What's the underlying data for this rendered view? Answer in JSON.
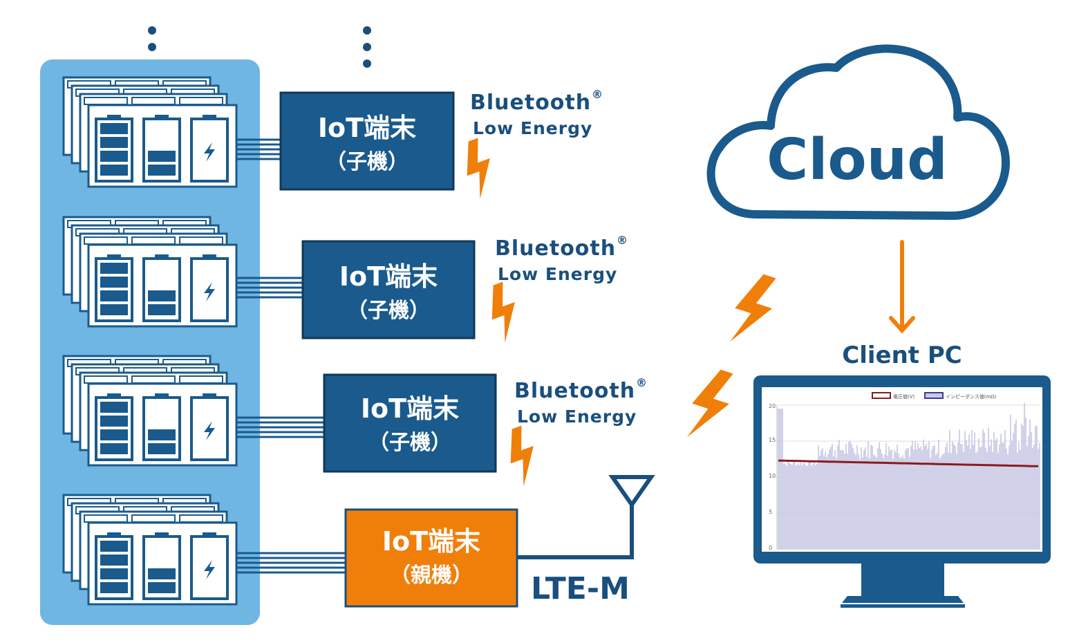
{
  "colors": {
    "navy": "#1a4f7d",
    "device_blue": "#1a5a8c",
    "panel_blue": "#6fb6e3",
    "orange": "#f07f0a",
    "white": "#ffffff"
  },
  "child_devices": [
    {
      "line1": "IoT端末",
      "line2": "（子機）",
      "ble_line1": "Bluetooth",
      "ble_reg": "®",
      "ble_line2": "Low Energy"
    },
    {
      "line1": "IoT端末",
      "line2": "（子機）",
      "ble_line1": "Bluetooth",
      "ble_reg": "®",
      "ble_line2": "Low Energy"
    },
    {
      "line1": "IoT端末",
      "line2": "（子機）",
      "ble_line1": "Bluetooth",
      "ble_reg": "®",
      "ble_line2": "Low Energy"
    }
  ],
  "parent_device": {
    "line1": "IoT端末",
    "line2": "（親機）"
  },
  "lte_label": "LTE-M",
  "cloud_label": "Cloud",
  "client_label": "Client PC",
  "monitor_chart": {
    "legend": [
      "電圧値(V)",
      "インピーダンス値(mΩ)"
    ],
    "y_ticks": [
      "20",
      "15",
      "10",
      "5",
      "0"
    ],
    "legend_colors": [
      "#8b1a1a",
      "#3a3a9a"
    ]
  },
  "icons": {
    "battery": "battery-icon",
    "lightning": "lightning-icon",
    "antenna": "antenna-icon",
    "cloud": "cloud-icon",
    "monitor": "monitor-icon",
    "arrow": "arrow-down-icon",
    "ellipsis": "vertical-ellipsis-icon"
  }
}
